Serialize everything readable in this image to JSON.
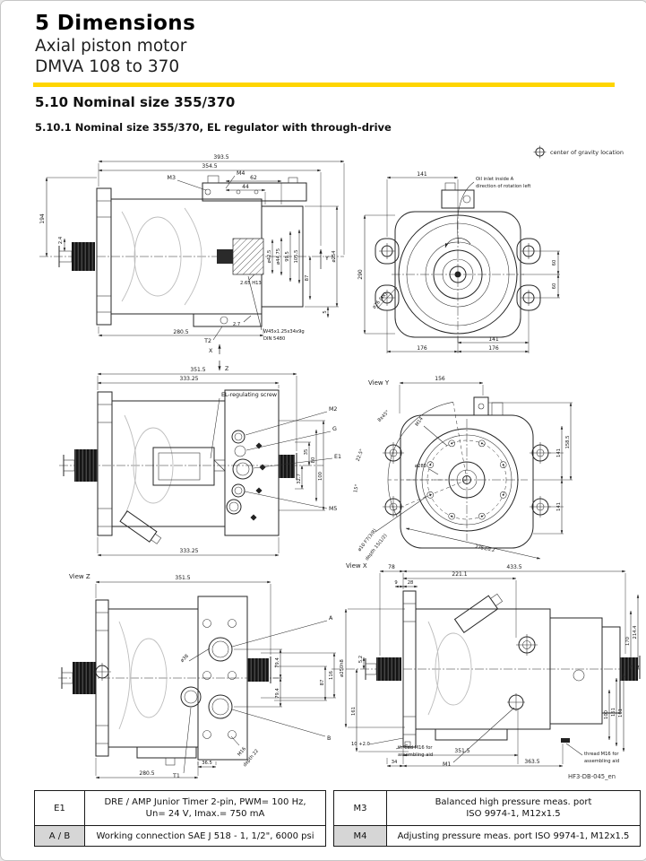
{
  "header": {
    "chapter": "5 Dimensions",
    "product": "Axial piston motor",
    "model": "DMVA 108 to 370",
    "section": "5.10 Nominal size 355/370",
    "subsection": "5.10.1 Nominal size 355/370, EL regulator with through-drive",
    "accent_color": "#ffd500"
  },
  "legend": {
    "center_of_gravity": "center of gravity location"
  },
  "doc_code": "HF3-DB-045_en",
  "axes": {
    "x": "X",
    "y": "Y",
    "z": "Z"
  },
  "v1": {
    "d1": "393.5",
    "d2": "354.5",
    "m3": "M3",
    "m4": "M4",
    "d62": "62",
    "d44": "44",
    "d194": "194",
    "d24": "2.4",
    "d2805": "280.5",
    "t2": "T2",
    "d425": "ø42.5",
    "d4475": "ø44.75",
    "d995": "99.5",
    "d1055": "105.5",
    "d254": "ø254",
    "d87": "87",
    "d5": "5",
    "d265": "2.65 H13",
    "d27": "2.7",
    "spline": "W45x1.25x34x9g",
    "din": "DIN 5480"
  },
  "v2": {
    "d141t": "141",
    "note1": "Oil inlet inside A",
    "note2": "direction of rotation left",
    "d290": "290",
    "d60a": "60",
    "d60b": "60",
    "d26": "ø26 (4x)",
    "d141b": "141",
    "d176a": "176",
    "d176b": "176"
  },
  "v3": {
    "d3515": "351.5",
    "d333t": "333.25",
    "d333b": "333.25",
    "el": "EL-regulating screw",
    "m2": "M2",
    "g": "G",
    "e1": "E1",
    "m5": "M5",
    "d100": "100",
    "d80": "80",
    "d35": "35",
    "d327": "32.7"
  },
  "v4": {
    "title": "View Y",
    "d156": "156",
    "chamfer": "8x45°",
    "m14": "M14",
    "a1": "22.5°",
    "a2": "15°",
    "d285": "ø285",
    "d1585": "158.5",
    "d141a": "141",
    "d141b": "141",
    "d275": "275±0.2",
    "hole1": "ø10 F7(3/8)",
    "hole2": "depth 15(1/2)"
  },
  "v5": {
    "title": "View Z",
    "d3515": "351.5",
    "a": "A",
    "b": "B",
    "t1": "T1",
    "d38": "ø38",
    "d794a": "79.4",
    "d794b": "79.4",
    "d116": "116",
    "d87": "87",
    "m16a": "M16",
    "m16b": "depth 22",
    "d365": "36.5",
    "d2805": "280.5"
  },
  "v6": {
    "title": "View X",
    "d78": "78",
    "d4335": "433.5",
    "d2211": "221.1",
    "d9": "9",
    "d28": "28",
    "d2144": "214.4",
    "d170": "170",
    "d100": "100",
    "d151": "151",
    "d161r": "161",
    "d250": "ø250h8",
    "d52": "5.2",
    "d161l": "161",
    "d10": "10 +2.0",
    "d34": "34",
    "d3515": "351.5",
    "d3635": "363.5",
    "m1": "M1",
    "thread1": "thread M16 for",
    "thread2": "assembling aid"
  },
  "tables": {
    "left": {
      "rows": [
        {
          "key": "E1",
          "line1": "DRE / AMP Junior Timer 2-pin, PWM= 100 Hz,",
          "line2": "Un= 24 V, Imax.= 750 mA"
        },
        {
          "key": "A / B",
          "line1": "Working connection SAE J 518 - 1, 1/2\", 6000 psi"
        }
      ]
    },
    "right": {
      "rows": [
        {
          "key": "M3",
          "line1": "Balanced high pressure meas. port",
          "line2": "ISO 9974-1, M12x1.5"
        },
        {
          "key": "M4",
          "line1": "Adjusting pressure meas. port ISO 9974-1, M12x1.5"
        }
      ]
    }
  }
}
